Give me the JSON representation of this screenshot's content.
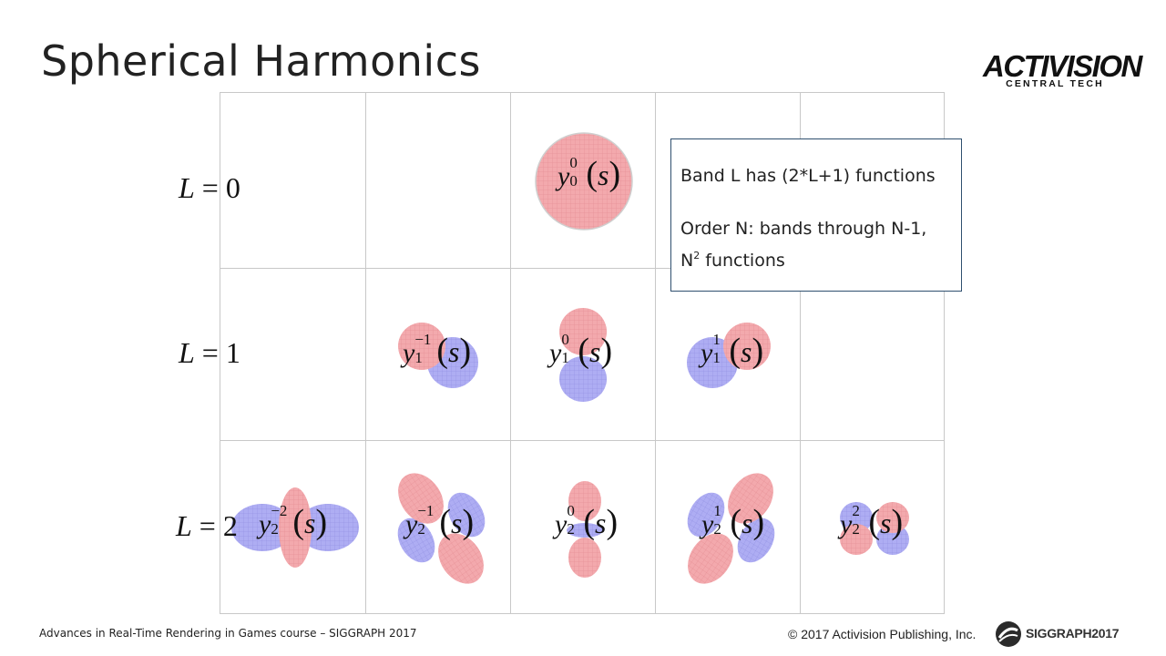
{
  "slide": {
    "title": "Spherical Harmonics",
    "logo": {
      "main": "ACTIVISION",
      "sub": "CENTRAL TECH"
    },
    "footer_left": "Advances in Real-Time Rendering in Games course – SIGGRAPH 2017",
    "footer_copyright": "© 2017 Activision Publishing, Inc.",
    "footer_siggraph": "SIGGRAPH2017"
  },
  "rows": [
    {
      "band": "L",
      "eq": "=",
      "value": "0"
    },
    {
      "band": "L",
      "eq": "=",
      "value": "1"
    },
    {
      "band": "L",
      "eq": "=",
      "value": "2"
    }
  ],
  "functions": [
    {
      "y": "y",
      "l": "0",
      "m": "0",
      "arg": "s"
    },
    {
      "y": "y",
      "l": "1",
      "m": "−1",
      "arg": "s"
    },
    {
      "y": "y",
      "l": "1",
      "m": "0",
      "arg": "s"
    },
    {
      "y": "y",
      "l": "1",
      "m": "1",
      "arg": "s"
    },
    {
      "y": "y",
      "l": "2",
      "m": "−2",
      "arg": "s"
    },
    {
      "y": "y",
      "l": "2",
      "m": "−1",
      "arg": "s"
    },
    {
      "y": "y",
      "l": "2",
      "m": "0",
      "arg": "s"
    },
    {
      "y": "y",
      "l": "2",
      "m": "1",
      "arg": "s"
    },
    {
      "y": "y",
      "l": "2",
      "m": "2",
      "arg": "s"
    }
  ],
  "callout": {
    "line1": "Band L has (2*L+1) functions",
    "line2": "Order N:  bands through N-1,",
    "line3_base": "N",
    "line3_sup": "2",
    "line3_rest": " functions"
  },
  "colors": {
    "positive_lobe": "#f2a3a8",
    "negative_lobe": "#a7a6f0",
    "grid": "#c8c8c8",
    "callout_border": "#2f4f6f"
  }
}
